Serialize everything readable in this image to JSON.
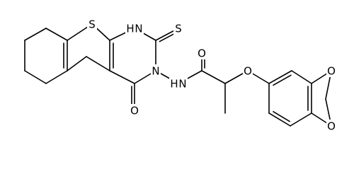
{
  "atoms": [
    {
      "id": "S_thiophene",
      "label": "S"
    },
    {
      "id": "N1",
      "label": "N"
    },
    {
      "id": "H_N1",
      "label": "H"
    },
    {
      "id": "S_thione",
      "label": "S"
    },
    {
      "id": "N3",
      "label": "N"
    },
    {
      "id": "O_carbonyl_ring",
      "label": "O"
    },
    {
      "id": "N_amide",
      "label": "N"
    },
    {
      "id": "H_amide",
      "label": "H"
    },
    {
      "id": "O_amide",
      "label": "O"
    },
    {
      "id": "O_ether",
      "label": "O"
    },
    {
      "id": "O_dioxole_1",
      "label": "O"
    },
    {
      "id": "O_dioxole_2",
      "label": "O"
    }
  ],
  "colors": {
    "bond": "#000000",
    "label": "#000000",
    "background": "#ffffff"
  }
}
